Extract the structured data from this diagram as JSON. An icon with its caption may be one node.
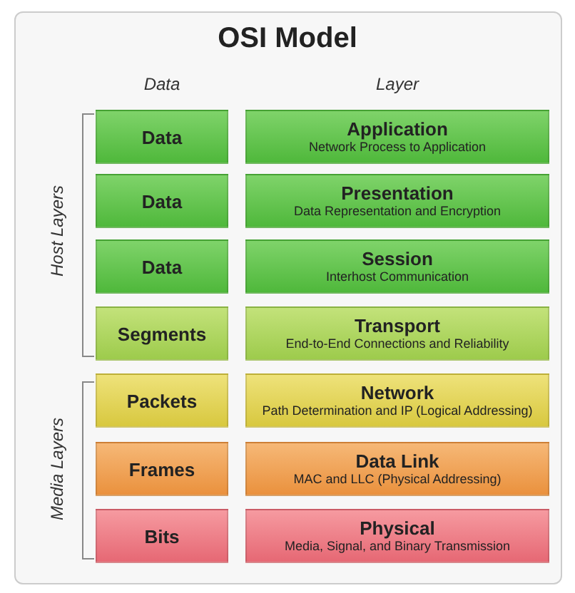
{
  "diagram": {
    "title": "OSI Model",
    "nodes": [
      {
        "text": [
          "Data"
        ]
      },
      {
        "text": [
          "Application",
          "Network Process to Application"
        ]
      },
      {
        "text": [
          "Data"
        ]
      },
      {
        "text": [
          "Presentation",
          "Data Representation and Encryption"
        ]
      },
      {
        "text": [
          "Data"
        ]
      },
      {
        "text": [
          "Session",
          "Interhost Communication"
        ]
      },
      {
        "text": [
          "Segments"
        ]
      },
      {
        "text": [
          "Transport",
          "End-to-End Connections and Reliability"
        ]
      },
      {
        "text": [
          "Packets"
        ]
      },
      {
        "text": [
          "Network",
          "Path Determination and IP (Logical Addressing)"
        ]
      },
      {
        "text": [
          "Frames"
        ]
      },
      {
        "text": [
          "Data Link",
          "MAC and LLC (Physical Addressing)"
        ]
      },
      {
        "text": [
          "Bits"
        ]
      },
      {
        "text": [
          "Physical",
          "Media, Signal, and Binary Transmission"
        ]
      }
    ],
    "labels": [
      "Data",
      "Layer",
      "Host Layers",
      "Media Layers"
    ]
  }
}
